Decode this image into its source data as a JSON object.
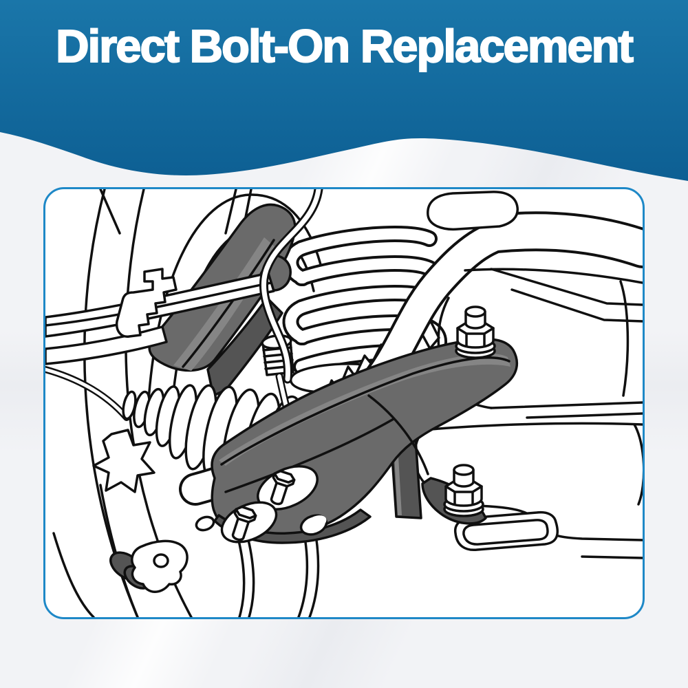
{
  "header": {
    "title": "Direct Bolt-On Replacement"
  },
  "colors": {
    "header_blue_top": "#1a76a9",
    "header_blue_bottom": "#0d5f93",
    "page_bg": "#f2f3f6",
    "panel_border": "#1e88c7",
    "panel_bg": "#ffffff",
    "ink": "#101010",
    "part_dark": "#6a6a6a",
    "part_darker": "#545454",
    "part_light": "#858585",
    "title_color": "#ffffff"
  },
  "illustration": {
    "alt": "Technical line drawing of a front suspension: dark gray lower control arm bolted between the steering knuckle, coil spring, sway bar, CV axle boot and the vehicle subframe, with hex mounting bolts",
    "parts": [
      "tire-and-wheel-arcs",
      "fender-arch",
      "strut",
      "coil-spring",
      "steering-knuckle",
      "tie-rod",
      "cv-axle-boot",
      "sway-bar",
      "sway-bar-end-link",
      "brake-hose",
      "subframe-rail",
      "lower-control-arm",
      "mounting-stud-bolts",
      "bushing-stud",
      "ball-joint",
      "bracket-foot",
      "hex-bolts"
    ]
  }
}
